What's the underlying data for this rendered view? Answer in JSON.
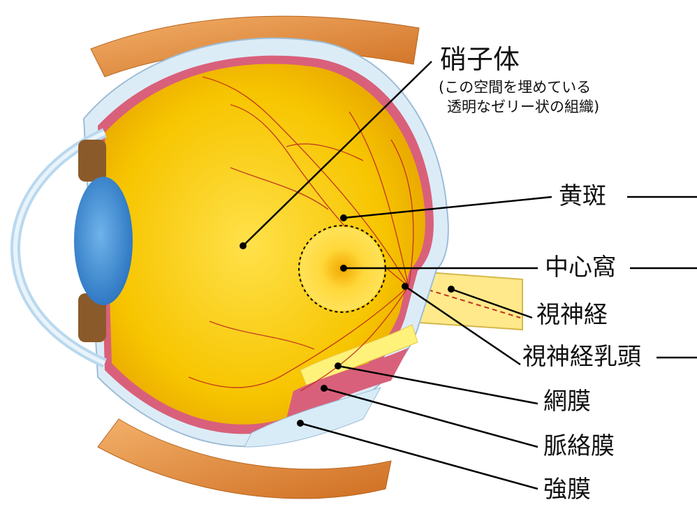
{
  "labels": {
    "vitreous": "硝子体",
    "vitreous_note_1": "(この空間を埋めている",
    "vitreous_note_2": "透明なゼリー状の組織)",
    "macula": "黄斑",
    "fovea": "中心窩",
    "optic_nerve": "視神経",
    "optic_disc": "視神経乳頭",
    "retina": "網膜",
    "choroid": "脈絡膜",
    "sclera": "強膜"
  },
  "colors": {
    "vitreous_yellow": "#f5c000",
    "retina_yellow": "#fff27a",
    "choroid_pink": "#d9607a",
    "sclera_blue": "#d8ecf8",
    "muscle_orange": "#e08a3a",
    "lens_blue": "#3d8fd6",
    "vessel_red": "#c0301e",
    "leader_black": "#000000"
  }
}
